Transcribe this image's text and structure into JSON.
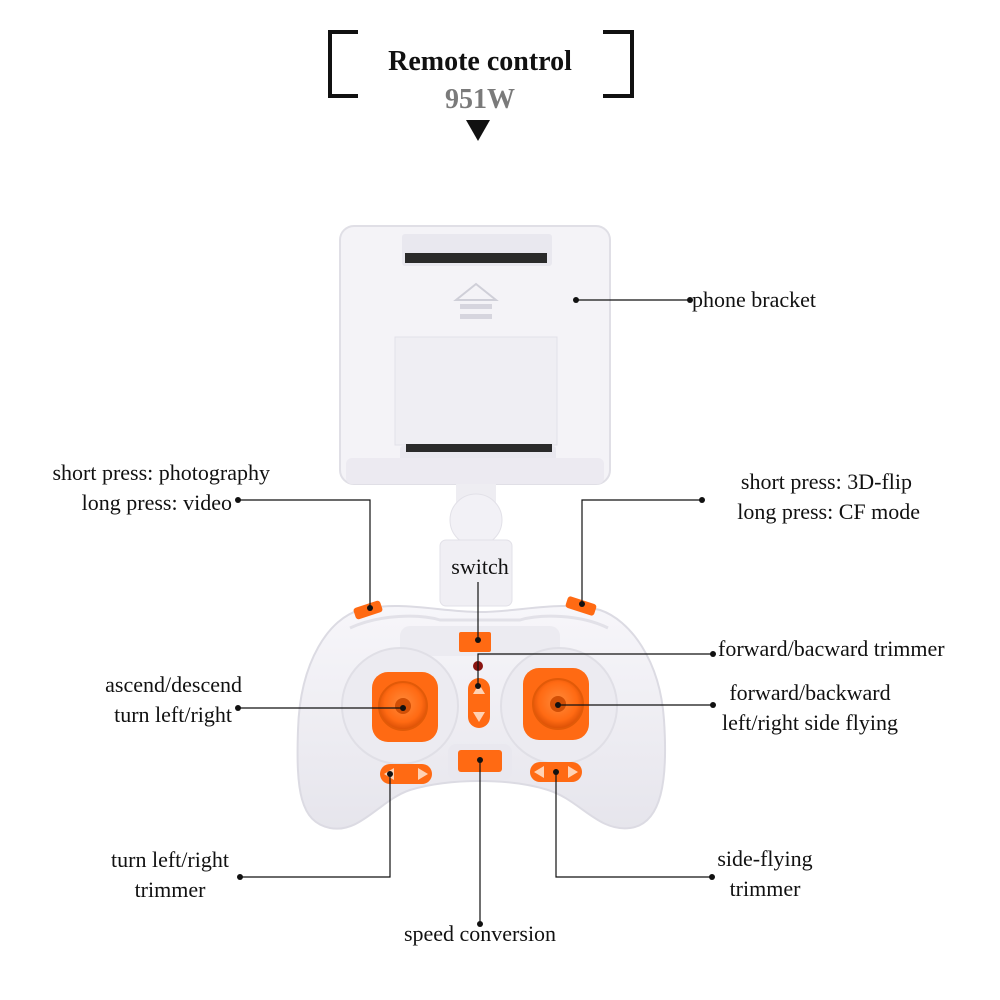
{
  "header": {
    "title": "Remote control",
    "model": "951W"
  },
  "labels": {
    "phone_bracket": "phone bracket",
    "photo_video": [
      "short press: photography",
      "long press: video"
    ],
    "flip_cf": [
      "short press: 3D-flip",
      "long press: CF mode"
    ],
    "switch": "switch",
    "fb_trimmer": "forward/bacward trimmer",
    "left_stick": [
      "ascend/descend",
      "turn left/right"
    ],
    "right_stick": [
      "forward/backward",
      "left/right side flying"
    ],
    "turn_trimmer": [
      "turn left/right",
      "trimmer"
    ],
    "side_trimmer": [
      "side-flying",
      "trimmer"
    ],
    "speed": "speed conversion"
  },
  "colors": {
    "orange": "#ff6a13",
    "device_white": "#f4f3f7",
    "device_shade": "#dcdbe3",
    "line": "#111111",
    "model_gray": "#7a7a7a"
  }
}
